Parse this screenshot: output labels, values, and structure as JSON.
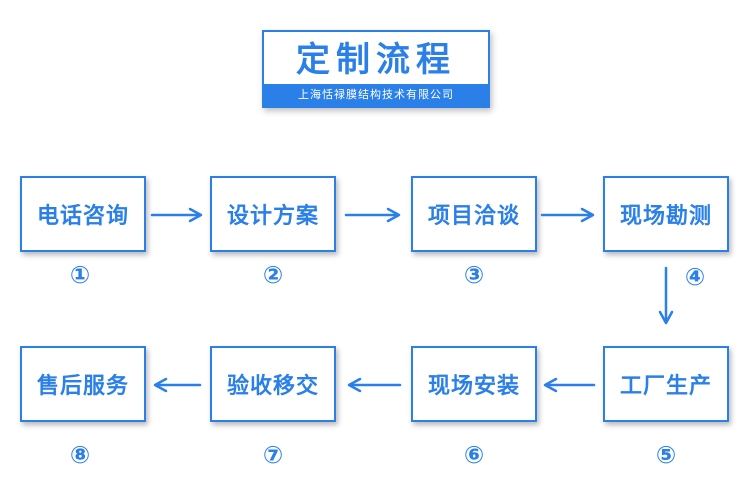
{
  "title": "定制流程",
  "subtitle": "上海恬禄膜结构技术有限公司",
  "steps": [
    {
      "label": "电话咨询",
      "num": "①"
    },
    {
      "label": "设计方案",
      "num": "②"
    },
    {
      "label": "项目洽谈",
      "num": "③"
    },
    {
      "label": "现场勘测",
      "num": "④"
    },
    {
      "label": "工厂生产",
      "num": "⑤"
    },
    {
      "label": "现场安装",
      "num": "⑥"
    },
    {
      "label": "验收移交",
      "num": "⑦"
    },
    {
      "label": "售后服务",
      "num": "⑧"
    }
  ],
  "colors": {
    "accent": "#2a80e8"
  }
}
